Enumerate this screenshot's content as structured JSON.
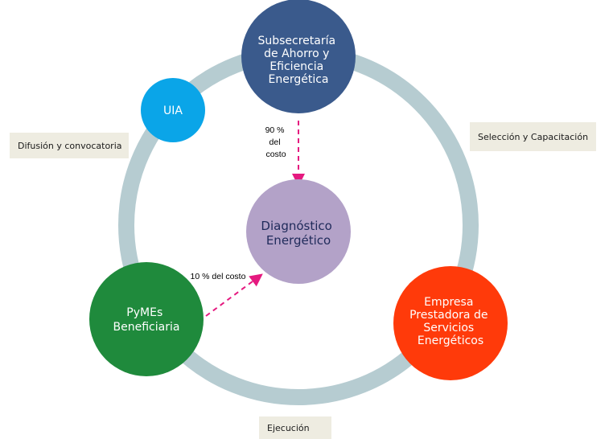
{
  "nodes": {
    "subsecretaria": {
      "lines": [
        "Subsecretaría",
        "de Ahorro y",
        "Eficiencia",
        "Energética"
      ],
      "color": "#3a5a8c"
    },
    "uia": {
      "lines": [
        "UIA"
      ],
      "color": "#0aa5e8"
    },
    "empresa": {
      "lines": [
        "Empresa",
        "Prestadora de",
        "Servicios",
        "Energéticos"
      ],
      "color": "#ff3a0a"
    },
    "pymes": {
      "lines": [
        "PyMEs",
        "Beneficiaria"
      ],
      "color": "#1f8a3c"
    },
    "diagnostico": {
      "lines": [
        "Diagnóstico",
        "Energético"
      ],
      "color": "#b3a2c8"
    }
  },
  "ring_color": "#b6ccd1",
  "arrow_color": "#e5197f",
  "arrow_labels": {
    "top": [
      "90 %",
      "del",
      "costo"
    ],
    "left": "10 % del costo"
  },
  "labels": {
    "difusion": "Difusión y convocatoria",
    "seleccion": "Selección y Capacitación",
    "ejecucion": "Ejecución"
  }
}
